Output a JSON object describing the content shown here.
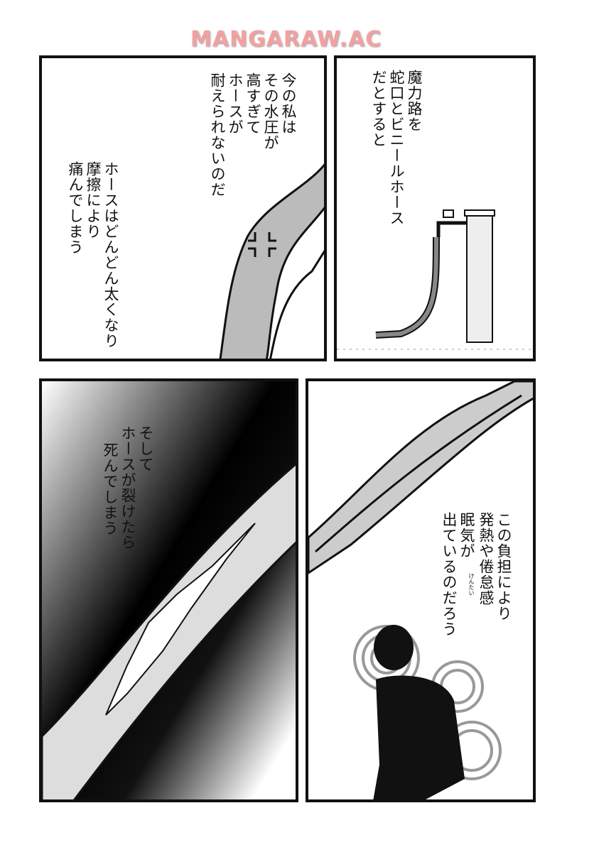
{
  "watermark": "MANGARAW.AC",
  "panels": {
    "faucet": {
      "lines": [
        "魔力路を",
        "蛇口とビニールホース",
        "だとすると"
      ]
    },
    "pressure": {
      "lines": [
        "今の私は",
        "その水圧が",
        "高すぎて",
        "ホースが",
        "耐えられないのだ"
      ],
      "lines2": [
        "ホースはどんどん太くなり",
        "摩擦により",
        "痛んでしまう"
      ]
    },
    "burden": {
      "lines": [
        "この負担により",
        "発熱や倦怠感",
        "眠気が",
        "出ているのだろう"
      ],
      "ruby": "けんたい"
    },
    "tear": {
      "lines": [
        "そして",
        "ホースが裂けたら",
        "死んでしまう"
      ]
    }
  }
}
